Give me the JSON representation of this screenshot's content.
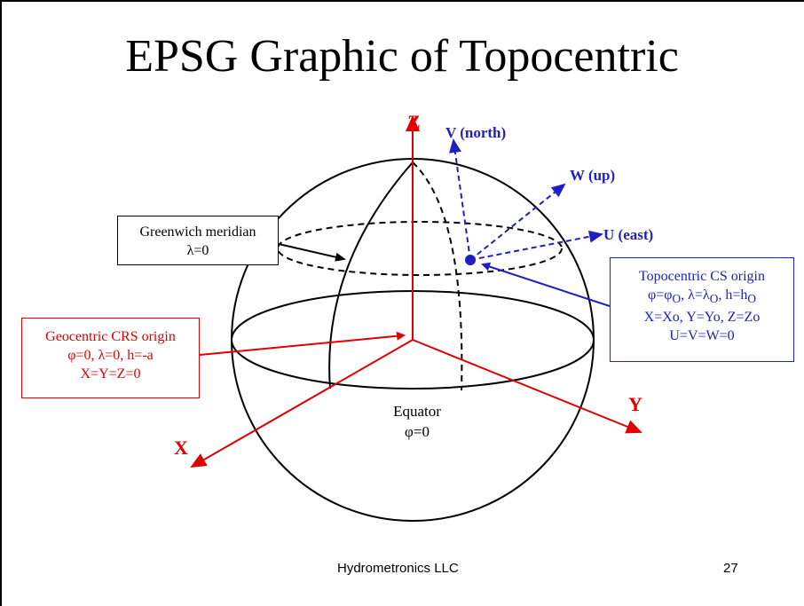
{
  "slide": {
    "title": "EPSG Graphic of Topocentric",
    "footer_company": "Hydrometronics LLC",
    "page_number": "27"
  },
  "diagram": {
    "axes": {
      "z": "Z",
      "x": "X",
      "y": "Y"
    },
    "topocentric_axes": {
      "v": "V (north)",
      "w": "W (up)",
      "u": "U (east)"
    },
    "greenwich_box": {
      "line1": "Greenwich meridian",
      "line2": "λ=0"
    },
    "geocentric_box": {
      "line1": "Geocentric CRS origin",
      "line2": "φ=0, λ=0, h=-a",
      "line3": "X=Y=Z=0"
    },
    "topocentric_box": {
      "line1": "Topocentric CS origin",
      "line2": "φ=φ",
      "line2_sub": "O",
      "line2_mid": ", λ=λ",
      "line2_sub2": "O",
      "line2_end": ", h=h",
      "line2_sub3": "O",
      "line3": "X=Xo, Y=Yo, Z=Zo",
      "line4": "U=V=W=0"
    },
    "equator": {
      "line1": "Equator",
      "line2": "φ=0"
    }
  },
  "colors": {
    "red": "#e00000",
    "blue": "#2020c0",
    "black": "#000000"
  }
}
